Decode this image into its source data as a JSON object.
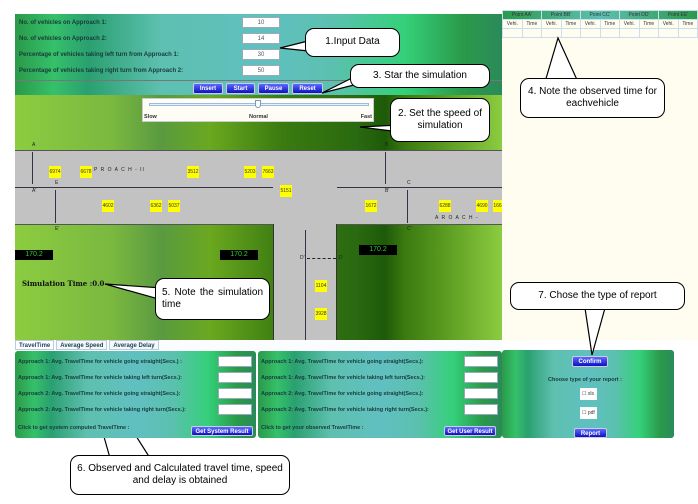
{
  "form": {
    "fields": [
      {
        "label": "No. of vehicles on Approach 1:",
        "value": "10"
      },
      {
        "label": "No. of vehicles on Approach 2:",
        "value": "14"
      },
      {
        "label": "Percentage of vehicles taking left turn from Approach 1:",
        "value": "30"
      },
      {
        "label": "Percentage of vehicles taking right turn from Approach 2:",
        "value": "50"
      }
    ]
  },
  "controls": {
    "insert": "Insert",
    "start": "Start",
    "pause": "Pause",
    "reset": "Reset"
  },
  "speed": {
    "slow": "Slow",
    "normal": "Normal",
    "fast": "Fast",
    "value_percent": 50
  },
  "sim": {
    "approach1": "P R O A C H - II",
    "approach2": "A R O A C H -",
    "points": [
      "A",
      "A'",
      "E",
      "E'",
      "B",
      "B'",
      "C",
      "C'",
      "D",
      "D'"
    ],
    "timers": [
      "170.2",
      "170.2",
      "170.2"
    ],
    "sim_time": "Simulation Time :0.0",
    "vehicles": [
      "6974",
      "6678",
      "3512",
      "5203",
      "7663",
      "5151",
      "4602",
      "6362",
      "5037",
      "1672",
      "6288",
      "4690",
      "166",
      "1104",
      "3928"
    ]
  },
  "observed_table": {
    "groups": [
      "Point AA'",
      "Point BB'",
      "Point CC'",
      "Point DD'",
      "Point EE'"
    ],
    "cols": [
      "Vehi.",
      "Time"
    ]
  },
  "tabs": [
    "TravelTime",
    "Average Speed",
    "Average Delay"
  ],
  "results": {
    "system_rows": [
      "Approach 1: Avg. TravelTime for vehicle going straight(Secs.) :",
      "Approach 1: Avg. TravelTime for vehicle taking left turn(Secs.):",
      "Approach 2: Avg. TravelTime for vehicle going straight(Secs.):",
      "Approach 2: Avg. TravelTime for vehicle taking right turn(Secs.):"
    ],
    "system_prompt": "Click to get system computed TravelTime :",
    "system_button": "Get System Result",
    "user_rows": [
      "Approach 1: Avg. TravelTime for vehicle going straight(Secs.):",
      "Approach 1: Avg. TravelTime for vehicle taking left turn(Secs.):",
      "Approach 2: Avg. TravelTime for vehicle going straight(Secs.):",
      "Approach 2: Avg. TravelTime for vehicle taking right turn(Secs.):"
    ],
    "user_prompt": "Click to get your observed TravelTime :",
    "user_button": "Get User Result"
  },
  "report": {
    "confirm": "Confirm",
    "prompt": "Choose type of your report :",
    "xls": "xls",
    "pdf": "pdf",
    "button": "Report"
  },
  "callouts": [
    "1.Input Data",
    "3. Star the simulation",
    "2. Set the speed of simulation",
    "4. Note the observed time for eachvehicle",
    "5. Note the simulation time",
    "6. Observed and Calculated travel time, speed and delay is obtained",
    "7. Chose the type of report"
  ]
}
